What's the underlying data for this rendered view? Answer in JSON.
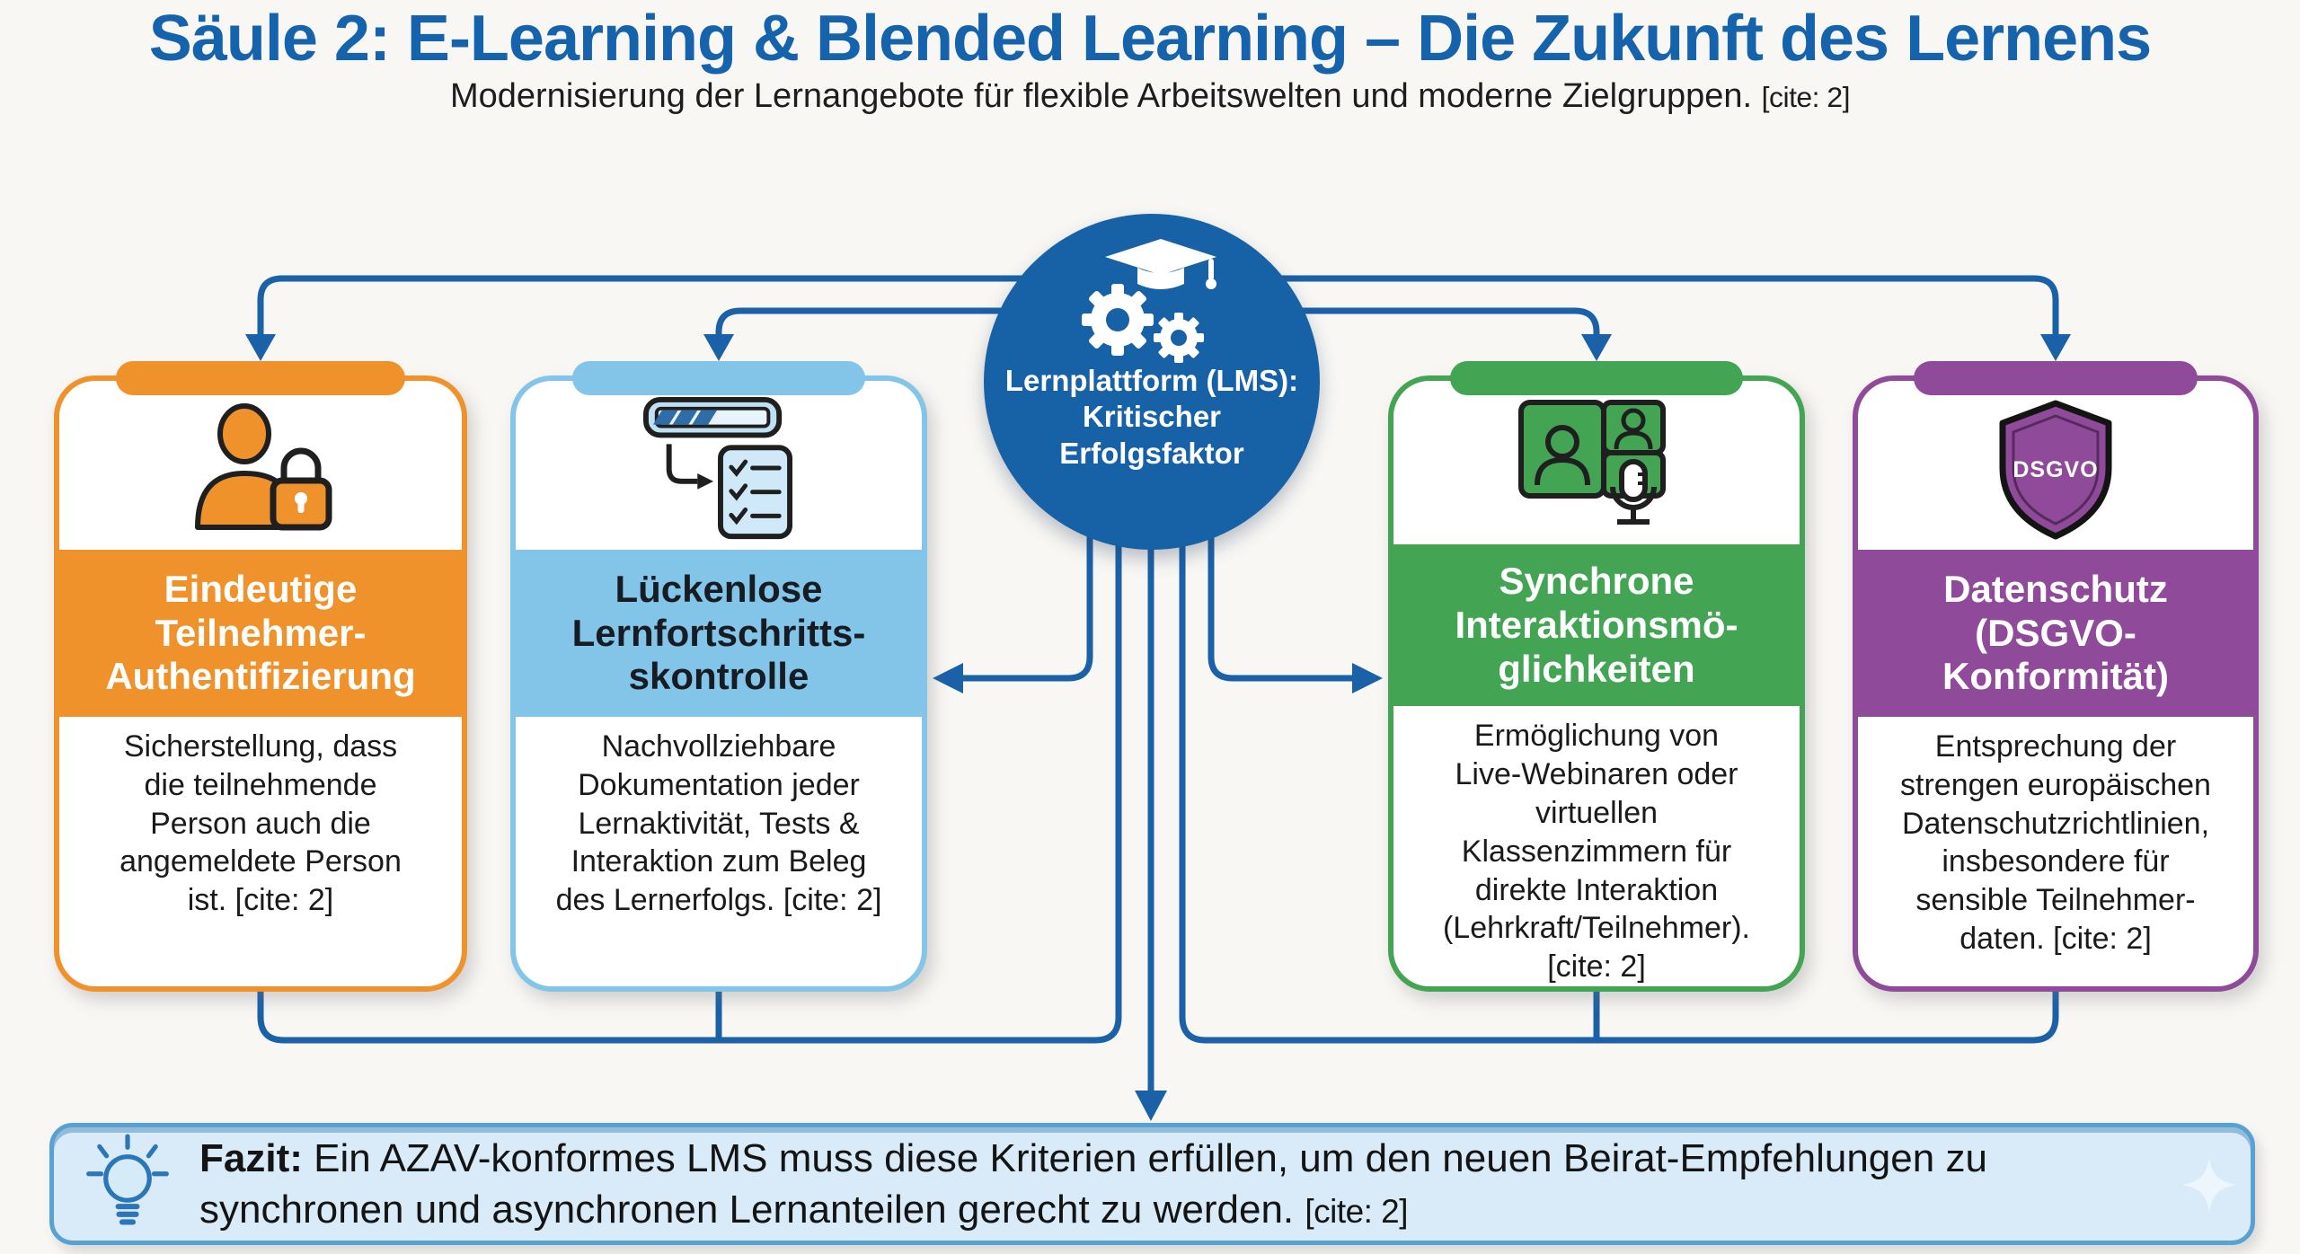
{
  "page": {
    "title": "Säule 2: E-Learning & Blended Learning – Die Zukunft des Lernens",
    "subtitle": "Modernisierung der Lernangebote für flexible Arbeitswelten und moderne Zielgruppen.",
    "subtitle_cite": "[cite: 2]"
  },
  "center": {
    "icon": "gears-graduation-cap-icon",
    "label": "Lernplattform (LMS):\nKritischer\nErfolgsfaktor"
  },
  "cards": [
    {
      "id": "teilnehmer-authentifizierung",
      "icon": "user-lock-icon",
      "accent": "#F0922B",
      "title": "Eindeutige\nTeilnehmer-\nAuthentifizierung",
      "body": "Sicherstellung, dass\ndie teilnehmende\nPerson auch die\nangemeldete Person\nist. [cite: 2]"
    },
    {
      "id": "lernfortschrittskontrolle",
      "icon": "progress-checklist-icon",
      "accent": "#82C5E8",
      "title": "Lückenlose\nLernfortschritts-\nskontrolle",
      "body": "Nachvollziehbare\nDokumentation jeder\nLernaktivität, Tests &\nInteraktion zum Beleg\ndes Lernerfolgs. [cite: 2]"
    },
    {
      "id": "synchrone-interaktion",
      "icon": "video-call-mic-icon",
      "accent": "#43A553",
      "title": "Synchrone\nInteraktionsmö-\nglichkeiten",
      "body": "Ermöglichung von\nLive-Webinaren oder\nvirtuellen\nKlassenzimmern für\ndirekte Interaktion\n(Lehrkraft/Teilnehmer).\n[cite: 2]"
    },
    {
      "id": "datenschutz",
      "icon": "dsgvo-shield-icon",
      "icon_label": "DSGVO",
      "accent": "#8F4A99",
      "title": "Datenschutz\n(DSGVO-\nKonformität)",
      "body": "Entsprechung der\nstrengen europäischen\nDatenschutzrichtlinien,\ninsbesondere für\nsensible Teilnehmer-\ndaten. [cite: 2]"
    }
  ],
  "fazit": {
    "icon": "lightbulb-icon",
    "label": "Fazit:",
    "text": " Ein AZAV-konformes LMS muss diese Kriterien erfüllen, um den neuen Beirat-Empfehlungen zu synchronen und asynchronen Lernanteilen gerecht zu werden. ",
    "cite": "[cite: 2]"
  },
  "theme": {
    "title_color": "#1563AC",
    "arrow_color": "#1A61A8",
    "circle_color": "#1761A6",
    "background": "#F8F7F4",
    "fazit_background": "#D9EBF8",
    "fazit_border": "#58A1D3",
    "text_color": "#1A1A1A"
  }
}
